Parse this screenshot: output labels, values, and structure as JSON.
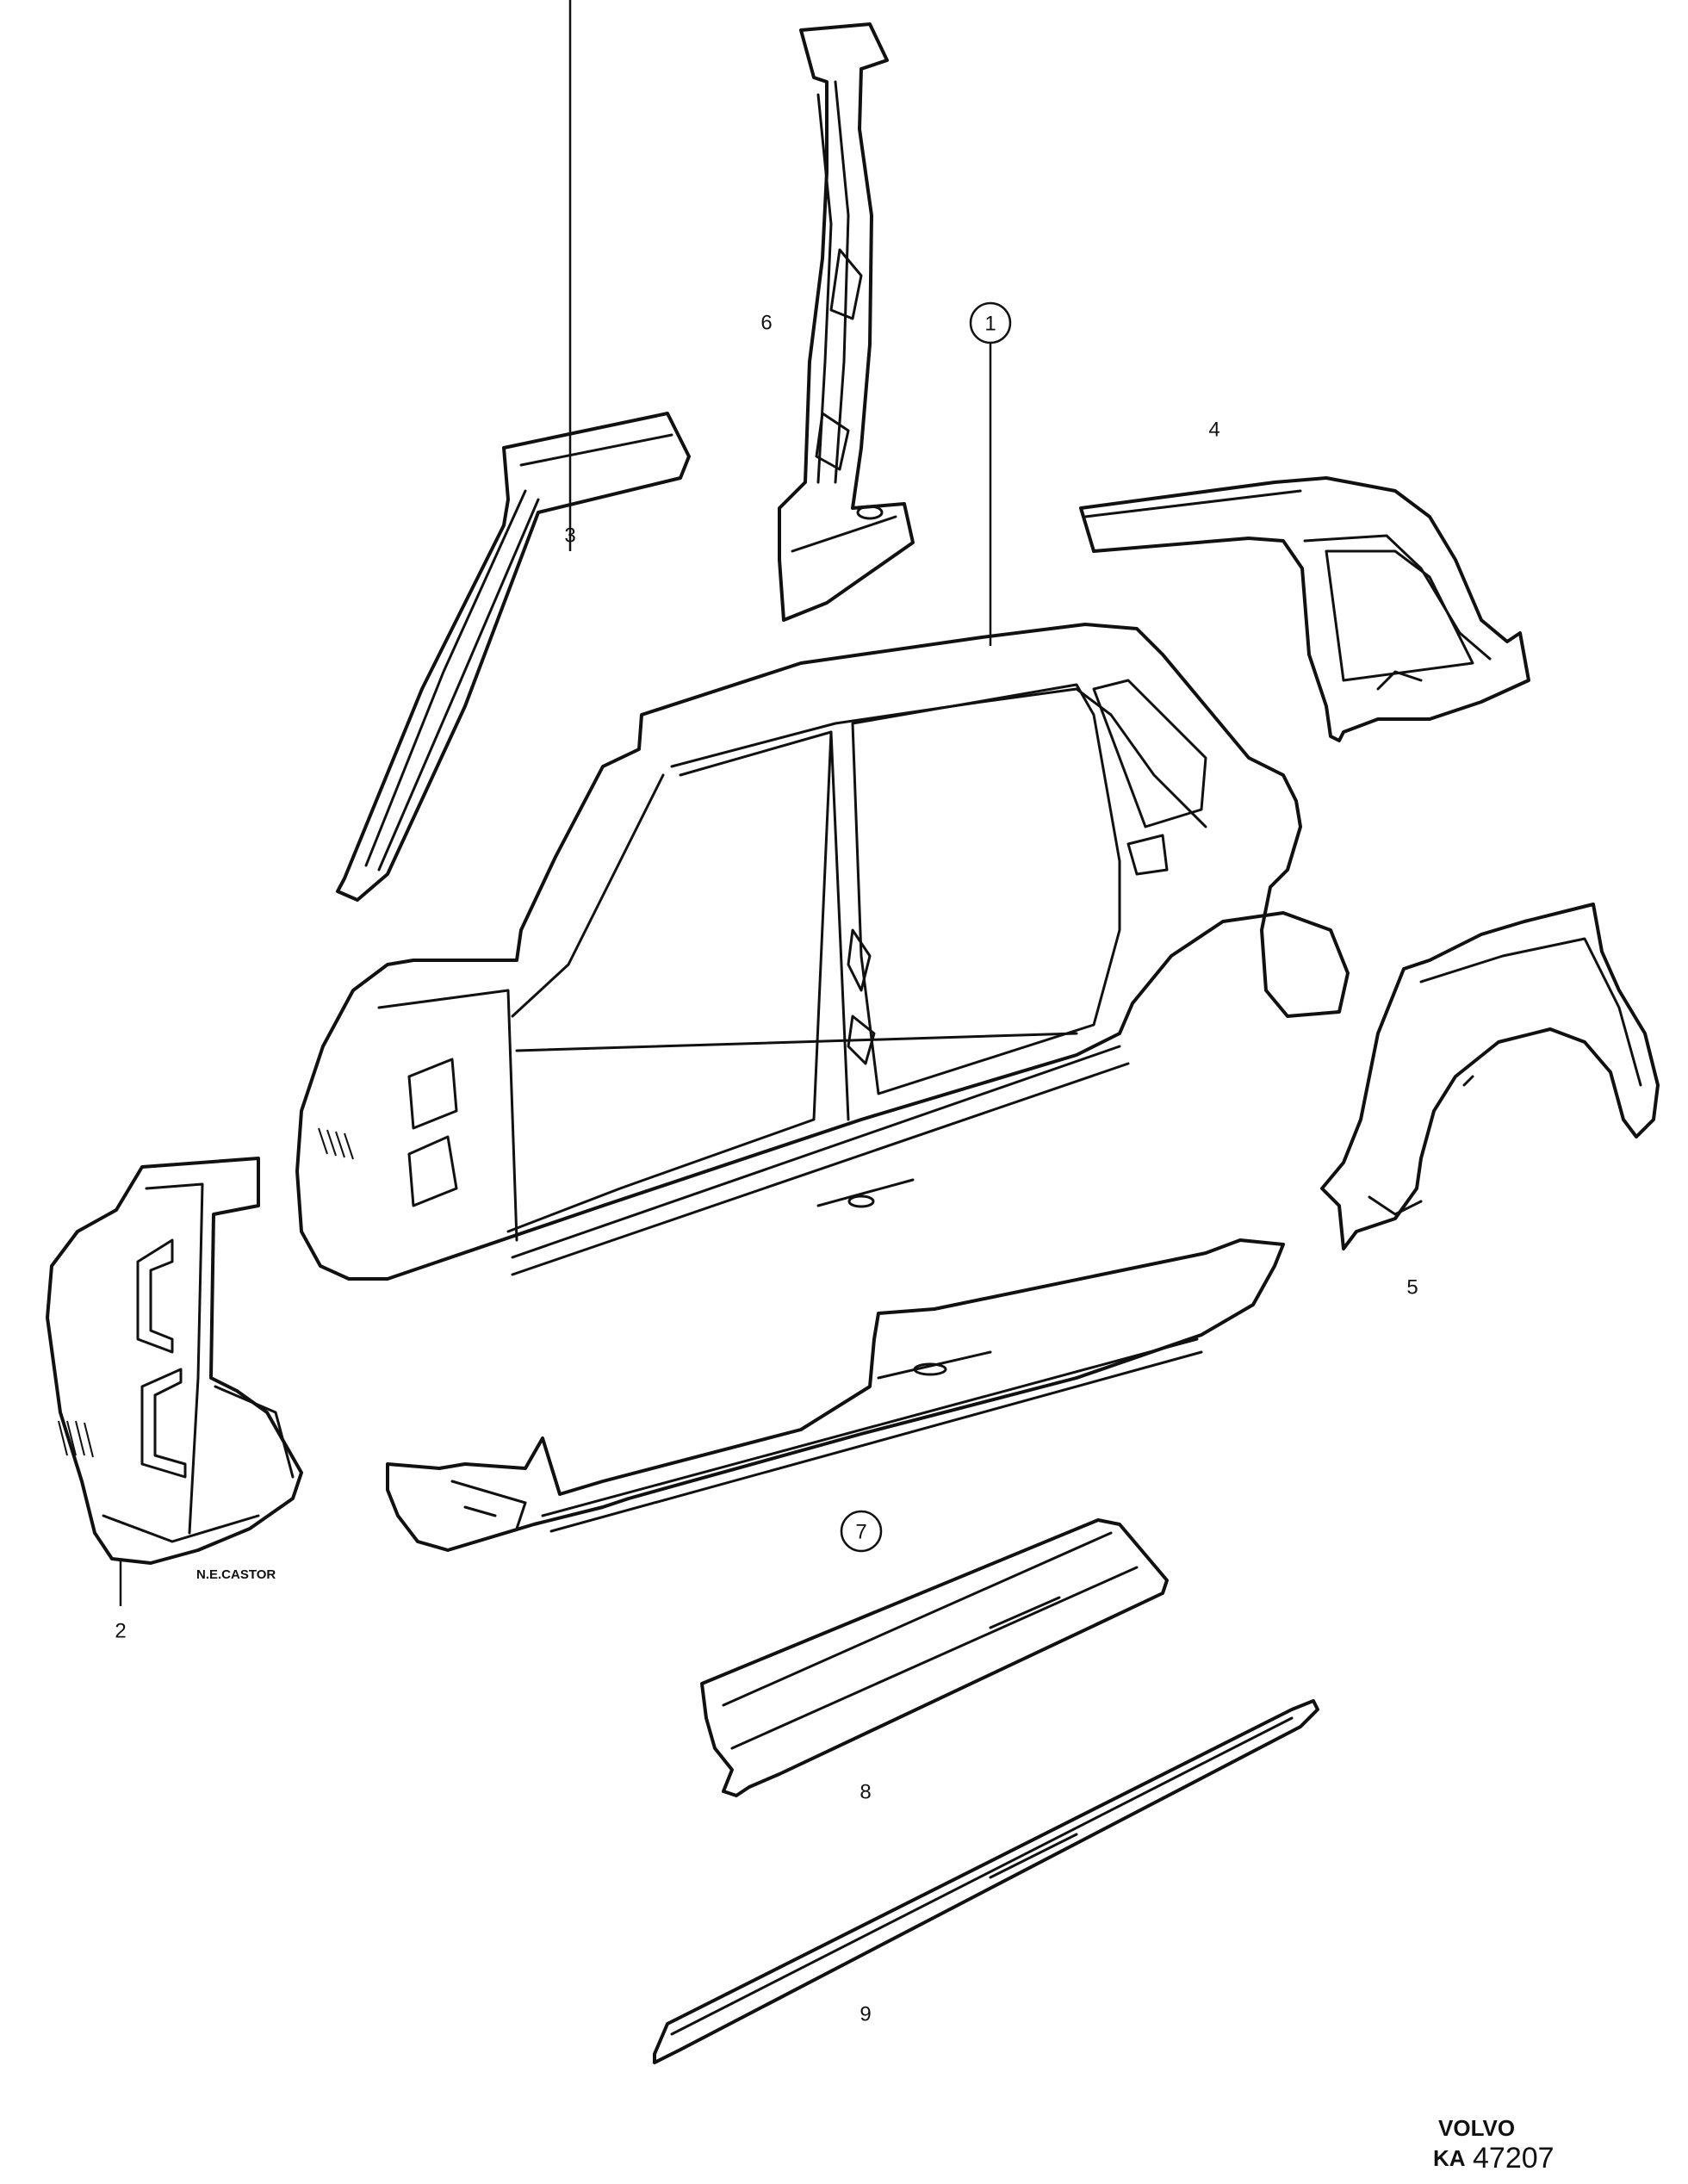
{
  "callouts": [
    {
      "id": "1",
      "label": "1",
      "circled": true
    },
    {
      "id": "2",
      "label": "2",
      "circled": false
    },
    {
      "id": "3",
      "label": "3",
      "circled": false
    },
    {
      "id": "4",
      "label": "4",
      "circled": false
    },
    {
      "id": "5",
      "label": "5",
      "circled": false
    },
    {
      "id": "6",
      "label": "6",
      "circled": false
    },
    {
      "id": "7",
      "label": "7",
      "circled": true
    },
    {
      "id": "8",
      "label": "8",
      "circled": false
    },
    {
      "id": "9",
      "label": "9",
      "circled": false
    }
  ],
  "artist_credit": "N.E.CASTOR",
  "brand": "VOLVO",
  "catalog_prefix": "KA",
  "catalog_number": "47207"
}
